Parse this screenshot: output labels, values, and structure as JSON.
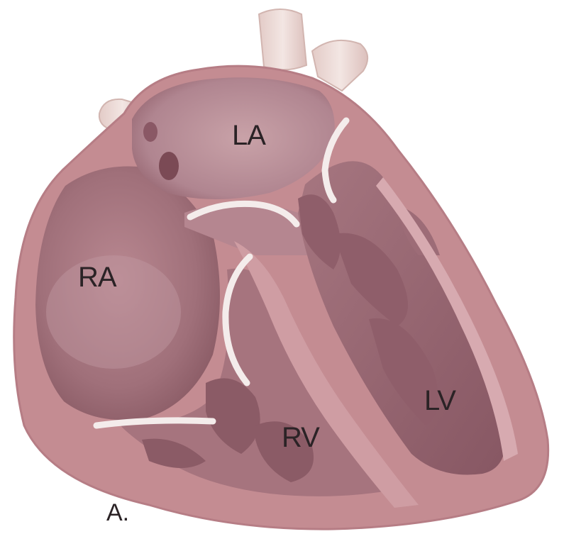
{
  "diagram": {
    "labels": {
      "left_atrium": "LA",
      "right_atrium": "RA",
      "left_ventricle": "LV",
      "right_ventricle": "RV",
      "panel": "A."
    },
    "colors": {
      "wall": "#c48c92",
      "wall_light": "#d7aab0",
      "chamber": "#a97580",
      "chamber_dark": "#8b5a64",
      "muscle": "#966470",
      "valve": "#f4eceb",
      "vessel": "#ead7d3",
      "septum": "#cf9da3"
    }
  }
}
